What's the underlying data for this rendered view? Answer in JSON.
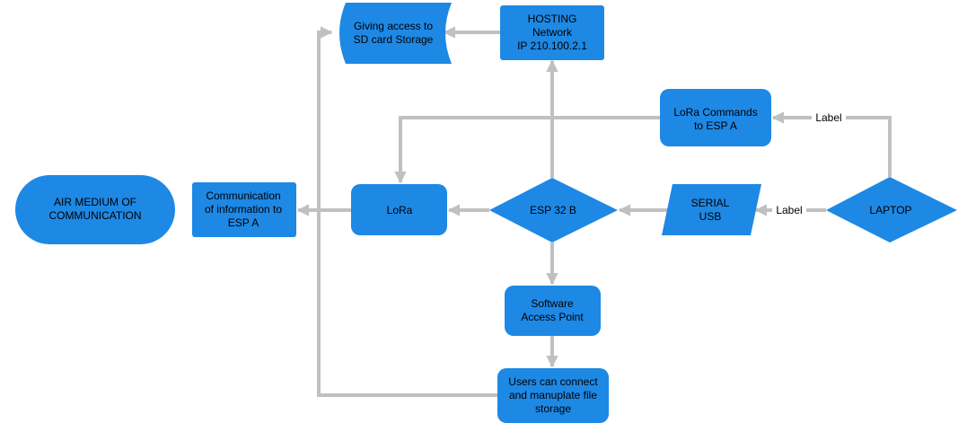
{
  "colors": {
    "node_fill": "#1e88e5",
    "edge": "#c0c0c0",
    "text": "#000000",
    "background": "#ffffff"
  },
  "nodes": {
    "air_medium": [
      "AIR MEDIUM OF",
      "COMMUNICATION"
    ],
    "communication_info": [
      "Communication",
      "of information to",
      "ESP A"
    ],
    "lora": [
      "LoRa"
    ],
    "esp32b": [
      "ESP 32 B"
    ],
    "serial_usb": [
      "SERIAL",
      "USB"
    ],
    "laptop": [
      "LAPTOP"
    ],
    "lora_commands": [
      "LoRa Commands",
      "to ESP A"
    ],
    "hosting": [
      "HOSTING",
      "Network",
      "IP 210.100.2.1"
    ],
    "sd_card": [
      "Giving access to",
      "SD card Storage"
    ],
    "software_ap": [
      "Software",
      "Access Point"
    ],
    "users_connect": [
      "Users can connect",
      "and manuplate file",
      "storage"
    ]
  },
  "edge_labels": {
    "laptop_to_lora_commands": "Label",
    "laptop_to_serial": "Label"
  }
}
